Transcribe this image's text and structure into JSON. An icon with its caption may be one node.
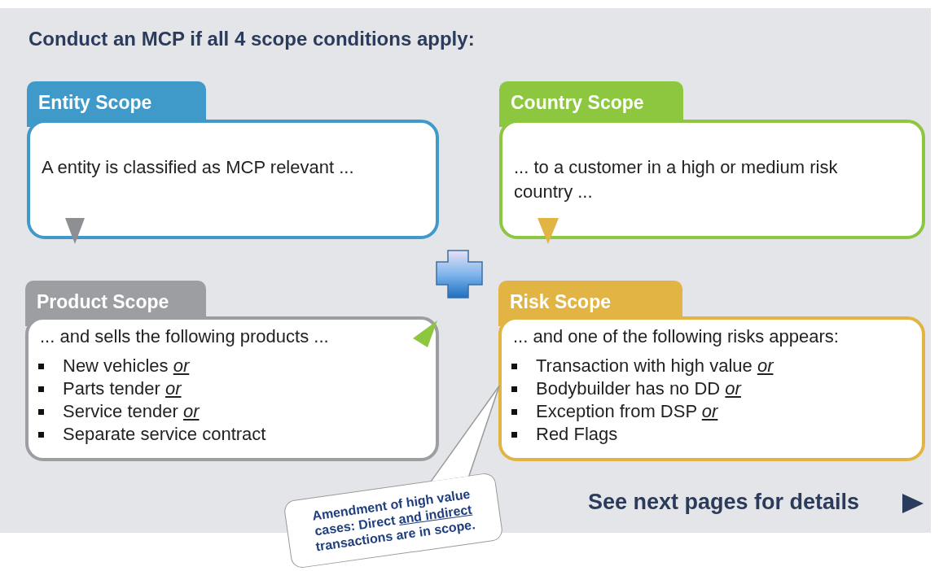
{
  "diagram": {
    "title": "Conduct an MCP if all 4 scope conditions apply:",
    "nodes": [
      {
        "text": [
          "Entity Scope",
          "A entity is classified as MCP relevant ..."
        ]
      },
      {
        "text": [
          "Country Scope",
          "... to a customer in a high or medium risk country ..."
        ]
      },
      {
        "text": [
          "Product Scope",
          "... and sells the following products ...",
          "New vehicles  *or*",
          "Parts tender  *or*",
          "Service tender  *or*",
          "Separate service contract"
        ]
      },
      {
        "text": [
          "Risk Scope",
          "... and one of the following risks appears:",
          "Transaction with high value  *or*",
          "Bodybuilder has no DD  *or*",
          "Exception from DSP  *or*",
          "Red Flags"
        ]
      },
      {
        "text": [
          "Amendment of high value cases: Direct **and indirect** transactions are in scope."
        ]
      }
    ],
    "edges": [
      {
        "from": 4,
        "to": 3,
        "arrow": "none"
      }
    ],
    "labels": [
      "See next pages for details"
    ]
  }
}
